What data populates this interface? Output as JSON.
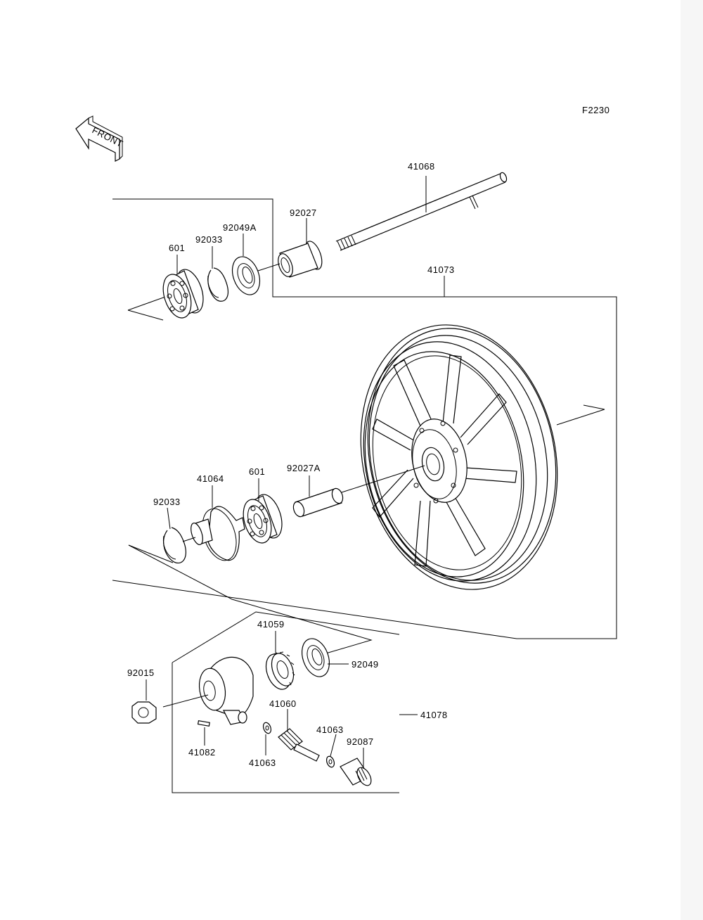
{
  "diagram_code": "F2230",
  "front_label": "FRONT",
  "parts": {
    "p41068": "41068",
    "p92027": "92027",
    "p92049A": "92049A",
    "p92033_top": "92033",
    "p601_top": "601",
    "p41073": "41073",
    "p41064": "41064",
    "p601_mid": "601",
    "p92027A": "92027A",
    "p92033_mid": "92033",
    "p41059": "41059",
    "p92049": "92049",
    "p92015": "92015",
    "p41060": "41060",
    "p41078": "41078",
    "p41063_right": "41063",
    "p92087": "92087",
    "p41082": "41082",
    "p41063_left": "41063"
  },
  "colors": {
    "ink": "#000000",
    "paper": "#ffffff"
  }
}
